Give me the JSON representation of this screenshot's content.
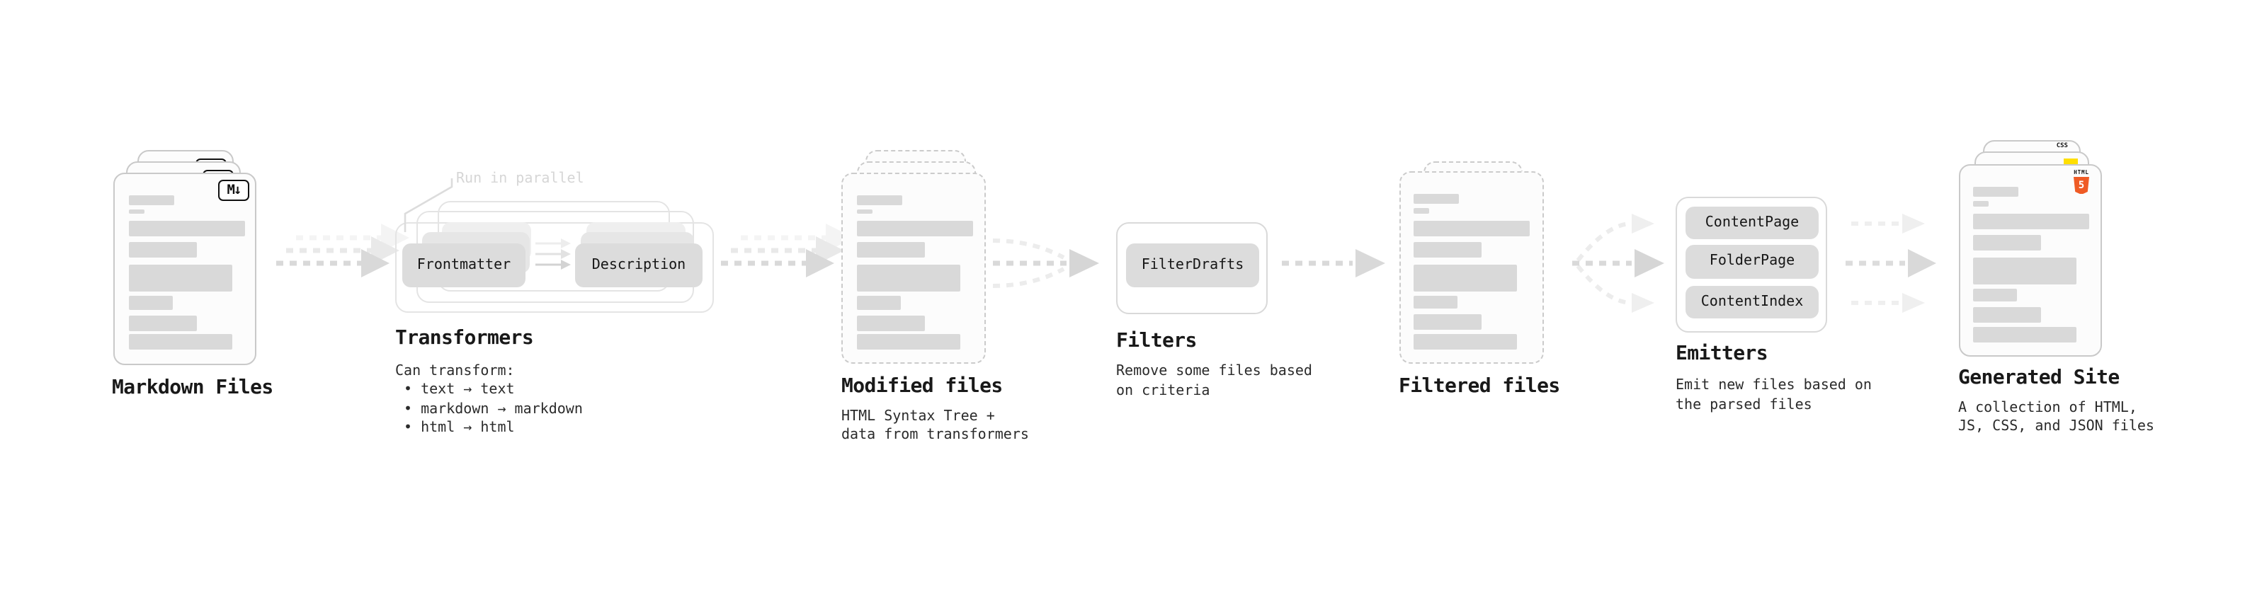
{
  "diagram": {
    "background": "#ffffff",
    "nodes": [
      {
        "id": "markdown-files",
        "title": "Markdown Files",
        "badge": "M↓"
      },
      {
        "id": "transformers",
        "title": "Transformers",
        "annotation": "Run in parallel",
        "boxes": [
          "Frontmatter",
          "Description"
        ],
        "desc_lines": [
          "Can transform:",
          "• text → text",
          "• markdown → markdown",
          "• html → html"
        ]
      },
      {
        "id": "modified-files",
        "title": "Modified files",
        "desc_lines": [
          "HTML Syntax Tree +",
          "data from transformers"
        ]
      },
      {
        "id": "filters",
        "title": "Filters",
        "boxes": [
          "FilterDrafts"
        ],
        "desc_lines": [
          "Remove some files based",
          "on criteria"
        ]
      },
      {
        "id": "filtered-files",
        "title": "Filtered files"
      },
      {
        "id": "emitters",
        "title": "Emitters",
        "boxes": [
          "ContentPage",
          "FolderPage",
          "ContentIndex"
        ],
        "desc_lines": [
          "Emit new files based on",
          "the parsed files"
        ]
      },
      {
        "id": "generated-site",
        "title": "Generated Site",
        "badges": {
          "css_label": "CSS",
          "html_label": "HTML",
          "html_number": "5"
        },
        "desc_lines": [
          "A collection of HTML,",
          "JS, CSS, and JSON files"
        ]
      }
    ],
    "colors": {
      "text": "#1a1a1a",
      "muted_text": "#2b2b2b",
      "faded_label": "#d6d6d6",
      "bar": "#d9d9d9",
      "card_border": "#c9c9c9",
      "frame_border": "#e4e4e4",
      "box_fill": "#dcdcdc",
      "arrow": "#d9d9d9",
      "arrow_faint": "#ececec",
      "html5_orange": "#ef5b25",
      "js_yellow": "#ffdf00",
      "css_blue": "#2b63f0"
    },
    "doc_bars": [
      {
        "w": 32,
        "h": 7,
        "mt": 0
      },
      {
        "w": 11,
        "h": 3.5,
        "mt": 3
      },
      {
        "w": 82,
        "h": 11,
        "mt": 5
      },
      {
        "w": 48,
        "h": 11,
        "mt": 4
      },
      {
        "w": 73,
        "h": 19,
        "mt": 5
      },
      {
        "w": 31,
        "h": 9.5,
        "mt": 3
      },
      {
        "w": 48,
        "h": 11,
        "mt": 4
      },
      {
        "w": 73,
        "h": 11,
        "mt": 2.5
      }
    ]
  }
}
